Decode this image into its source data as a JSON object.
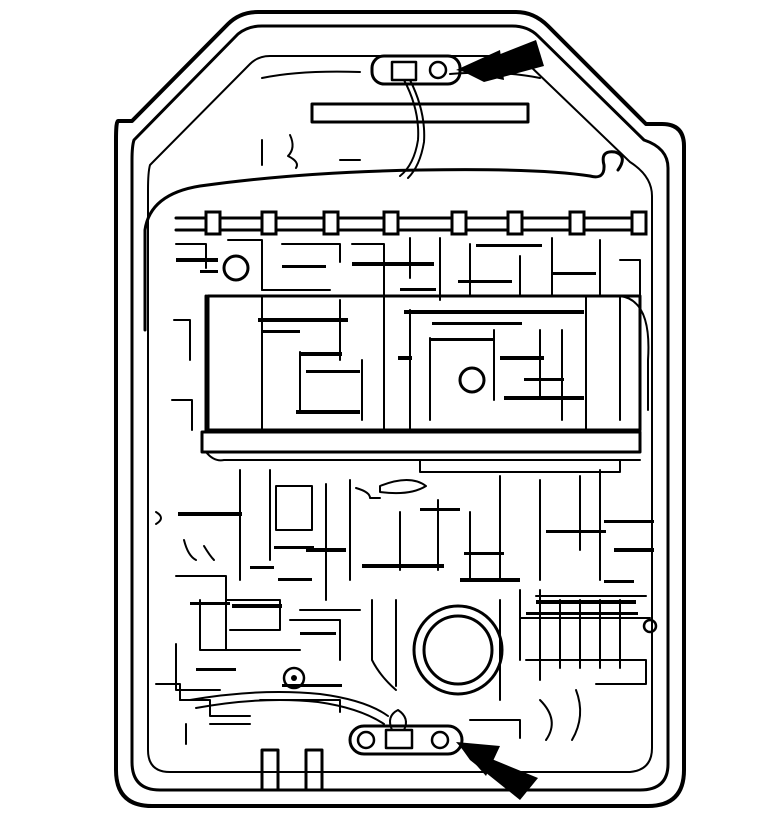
{
  "diagram": {
    "style": "monochrome line drawing",
    "stroke_color": "#000000",
    "background_color": "#ffffff",
    "callouts": [
      {
        "id": "upper",
        "icon": "arrow-pointing-left-down"
      },
      {
        "id": "lower",
        "icon": "arrow-pointing-left-up"
      }
    ]
  }
}
